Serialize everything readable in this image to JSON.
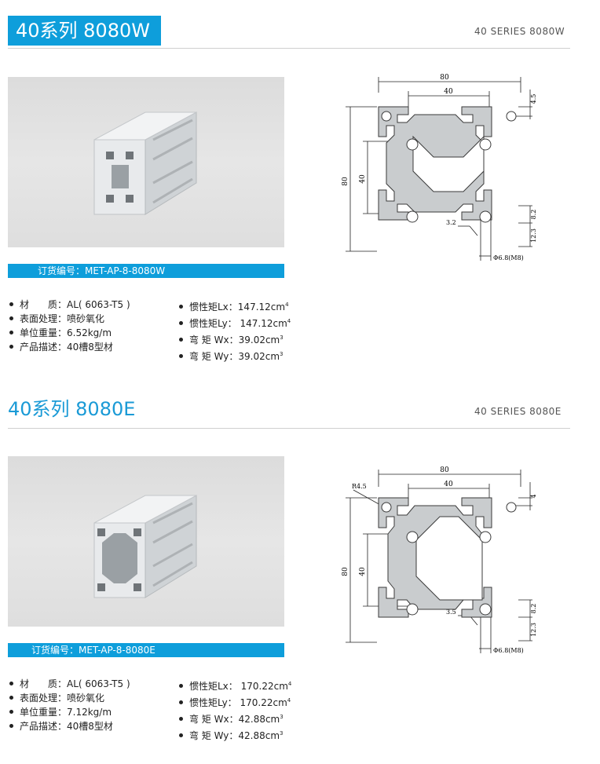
{
  "sections": [
    {
      "title": "40系列 8080W",
      "series_en": "40 SERIES  8080W",
      "order_label": "订货编号：MET-AP-8-8080W",
      "specs_left": [
        {
          "label": "材　　质：",
          "value": "AL( 6063-T5 )"
        },
        {
          "label": "表面处理：",
          "value": "喷砂氧化"
        },
        {
          "label": "单位重量：",
          "value": "6.52kg/m"
        },
        {
          "label": "产品描述：",
          "value": "40槽8型材"
        }
      ],
      "specs_right": [
        {
          "label": "惯性矩Lx：",
          "value": "147.12cm",
          "sup": "4"
        },
        {
          "label": "惯性矩Ly：",
          "value": " 147.12cm",
          "sup": "4"
        },
        {
          "label": "弯 矩 Wx：",
          "value": "39.02cm",
          "sup": "3"
        },
        {
          "label": "弯 矩 Wy：",
          "value": "39.02cm",
          "sup": "3"
        }
      ],
      "drawing": {
        "overall_w": "80",
        "inner_w": "40",
        "overall_h": "80",
        "inner_h": "40",
        "top_dim": "4.5",
        "wall": "3.2",
        "slot_a": "8.2",
        "slot_b": "12.3",
        "hole": "Φ6.8(M8)",
        "radius": ""
      }
    },
    {
      "title": "40系列 8080E",
      "series_en": "40 SERIES  8080E",
      "order_label": "订货编号：MET-AP-8-8080E",
      "specs_left": [
        {
          "label": "材　　质：",
          "value": "AL( 6063-T5 )"
        },
        {
          "label": "表面处理：",
          "value": "喷砂氧化"
        },
        {
          "label": "单位重量：",
          "value": "7.12kg/m"
        },
        {
          "label": "产品描述：",
          "value": "40槽8型材"
        }
      ],
      "specs_right": [
        {
          "label": "惯性矩Lx：",
          "value": " 170.22cm",
          "sup": "4"
        },
        {
          "label": "惯性矩Ly：",
          "value": " 170.22cm",
          "sup": "4"
        },
        {
          "label": "弯 矩 Wx：",
          "value": "42.88cm",
          "sup": "3"
        },
        {
          "label": "弯 矩 Wy：",
          "value": "42.88cm",
          "sup": "3"
        }
      ],
      "drawing": {
        "overall_w": "80",
        "inner_w": "40",
        "overall_h": "80",
        "inner_h": "40",
        "top_dim": "4",
        "wall": "3.5",
        "slot_a": "8.2",
        "slot_b": "12.3",
        "hole": "Φ6.8(M8)",
        "radius": "R4.5"
      }
    }
  ],
  "colors": {
    "accent": "#0e9edb",
    "profile_fill": "#c9ccce",
    "profile_edge": "#3a3a3a"
  }
}
